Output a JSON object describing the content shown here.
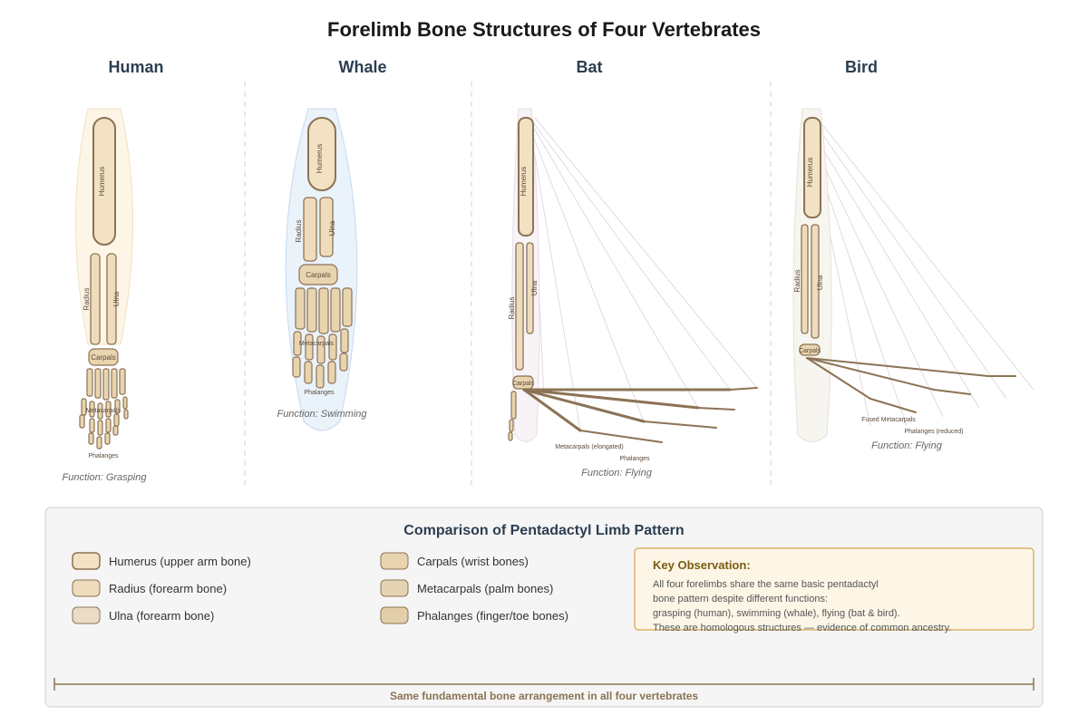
{
  "title": "Forelimb Bone Structures of Four Vertebrates",
  "animals": {
    "human": {
      "name": "Human",
      "function": "Function: Grasping",
      "labels": {
        "humerus": "Humerus",
        "radius": "Radius",
        "ulna": "Ulna",
        "carpals": "Carpals",
        "metacarpals": "Metacarpals",
        "phalanges": "Phalanges"
      }
    },
    "whale": {
      "name": "Whale",
      "function": "Function: Swimming",
      "labels": {
        "humerus": "Humerus",
        "radius": "Radius",
        "ulna": "Ulna",
        "carpals": "Carpals",
        "metacarpals": "Metacarpals",
        "phalanges": "Phalanges"
      }
    },
    "bat": {
      "name": "Bat",
      "function": "Function: Flying",
      "labels": {
        "humerus": "Humerus",
        "radius": "Radius",
        "ulna": "Ulna",
        "carpals": "Carpals",
        "metacarpals": "Metacarpals (elongated)",
        "phalanges": "Phalanges"
      }
    },
    "bird": {
      "name": "Bird",
      "function": "Function: Flying",
      "labels": {
        "humerus": "Humerus",
        "radius": "Radius",
        "ulna": "Ulna",
        "carpals": "Carpals",
        "metacarpals": "Fused Metacarpals",
        "phalanges": "Phalanges (reduced)"
      }
    }
  },
  "comparison": {
    "title": "Comparison of Pentadactyl Limb Pattern",
    "legend": [
      {
        "label": "Humerus (upper arm bone)",
        "color": "#f3e1c3"
      },
      {
        "label": "Radius (forearm bone)",
        "color": "#efdcbc"
      },
      {
        "label": "Ulna (forearm bone)",
        "color": "#ebdcc6"
      },
      {
        "label": "Carpals (wrist bones)",
        "color": "#e9d4b0"
      },
      {
        "label": "Metacarpals (palm bones)",
        "color": "#e6d3b3"
      },
      {
        "label": "Phalanges (finger/toe bones)",
        "color": "#e2cea8"
      }
    ],
    "key_observation": {
      "heading": "Key Observation:",
      "lines": [
        "All four forelimbs share the same basic pentadactyl",
        "bone pattern despite different functions:",
        "grasping (human), swimming (whale), flying (bat & bird).",
        "These are homologous structures — evidence of common ancestry."
      ]
    },
    "footer": "Same fundamental bone arrangement in all four vertebrates"
  },
  "colors": {
    "bone_fill": "#f3e1c3",
    "bone_stroke": "#8b7355",
    "key_box_fill": "#fdf6e7",
    "key_box_stroke": "#d9b36a",
    "human_outline": "#fdf5e6",
    "whale_outline": "#eaf2fa"
  }
}
